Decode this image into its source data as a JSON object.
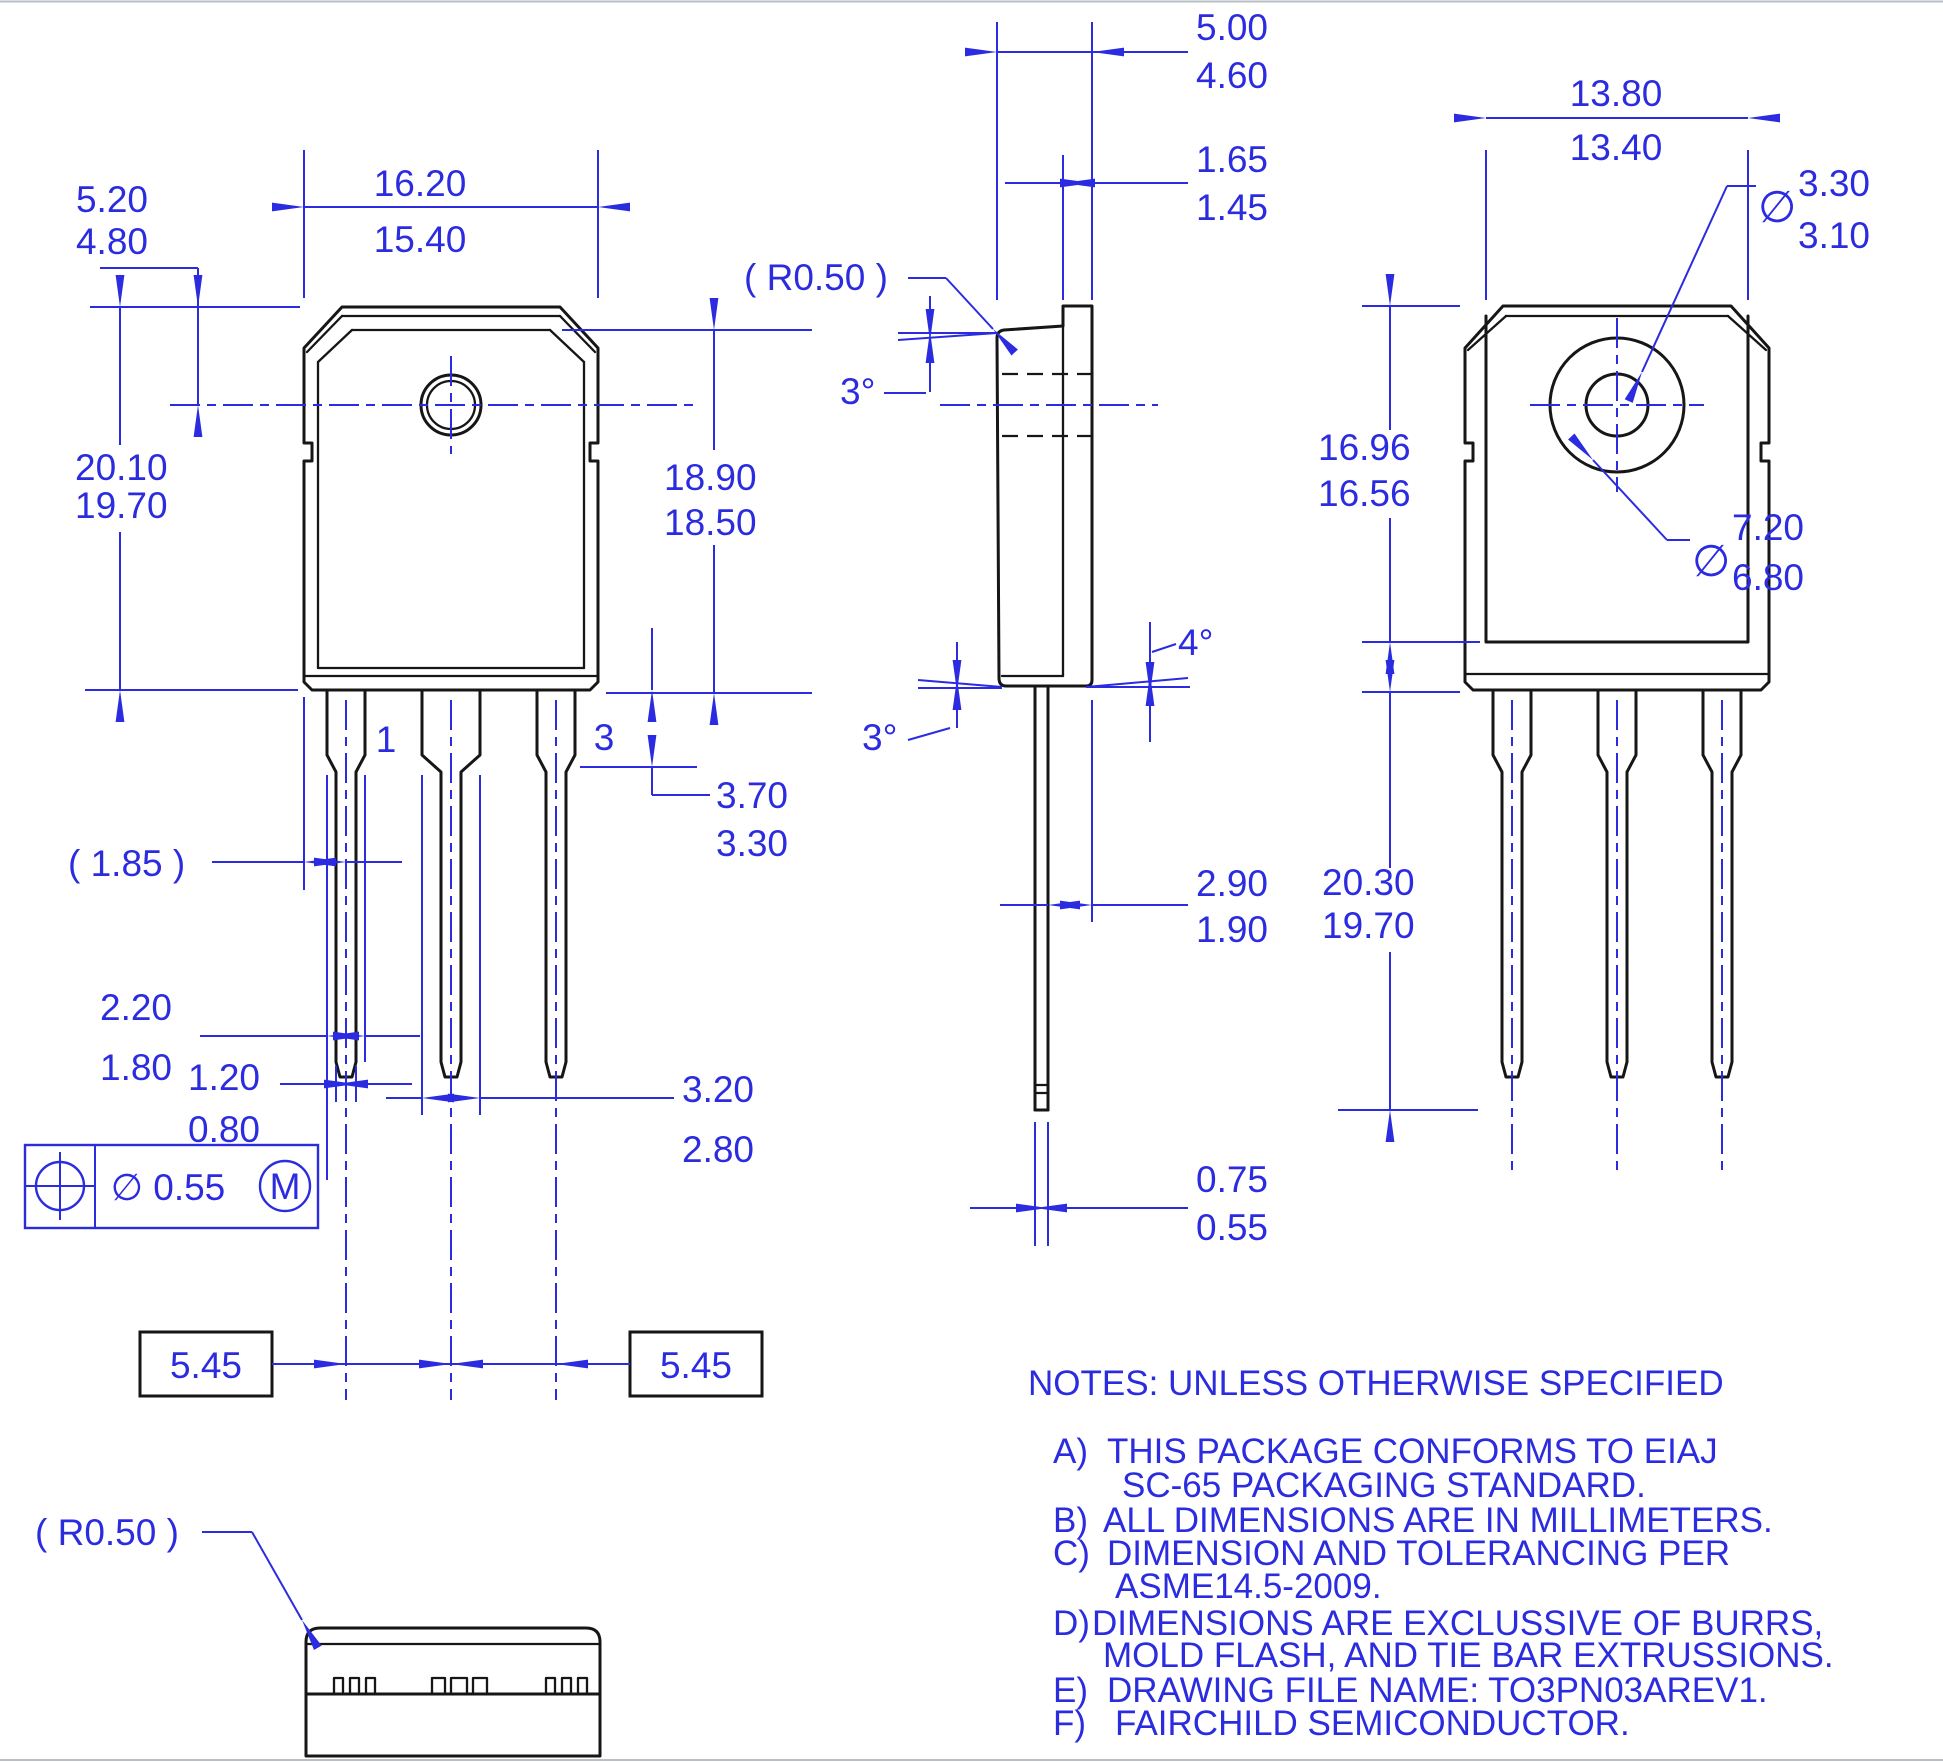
{
  "colors": {
    "dimension_blue": "#2b2be0",
    "outline_black": "#161616",
    "background": "#ffffff"
  },
  "front_view": {
    "width": {
      "max": "16.20",
      "min": "15.40"
    },
    "hole_offset": {
      "max": "5.20",
      "min": "4.80"
    },
    "overall_height": {
      "max": "20.10",
      "min": "19.70"
    },
    "body_height": {
      "max": "18.90",
      "min": "18.50"
    },
    "shoulder_length": {
      "max": "3.70",
      "min": "3.30"
    },
    "edge_to_lead_ref": "( 1.85 )",
    "lead_width": {
      "max": "2.20",
      "min": "1.80"
    },
    "center_lead_width": {
      "max": "3.20",
      "min": "2.80"
    },
    "lead_tip_width": {
      "max": "1.20",
      "min": "0.80"
    },
    "pin1": "1",
    "pin3": "3",
    "lead_pitch_left": "5.45",
    "lead_pitch_right": "5.45",
    "true_position": {
      "tolerance": "∅ 0.55",
      "modifier": "M"
    }
  },
  "side_view": {
    "body_thickness": {
      "max": "5.00",
      "min": "4.60"
    },
    "tab_thickness": {
      "max": "1.65",
      "min": "1.45"
    },
    "corner_radius_ref": "( R0.50 )",
    "top_draft_angle": "3°",
    "bottom_front_draft_angle": "3°",
    "bottom_back_draft_angle": "4°",
    "lead_setback": {
      "max": "2.90",
      "min": "1.90"
    },
    "lead_thickness": {
      "max": "0.75",
      "min": "0.55"
    }
  },
  "back_view": {
    "tab_width": {
      "max": "13.80",
      "min": "13.40"
    },
    "hole_dia": {
      "symbol": "∅",
      "max": "3.30",
      "min": "3.10"
    },
    "boss_dia": {
      "symbol": "∅",
      "max": "7.20",
      "min": "6.80"
    },
    "tab_height": {
      "max": "16.96",
      "min": "16.56"
    },
    "lead_length": {
      "max": "20.30",
      "min": "19.70"
    }
  },
  "bottom_view": {
    "corner_radius_ref": "( R0.50 )"
  },
  "notes": {
    "title": "NOTES: UNLESS OTHERWISE SPECIFIED",
    "items": [
      {
        "label": "A)",
        "line1": "THIS PACKAGE CONFORMS TO EIAJ",
        "line2": "SC-65 PACKAGING STANDARD."
      },
      {
        "label": "B)",
        "line1": "ALL DIMENSIONS ARE IN MILLIMETERS.",
        "line2": ""
      },
      {
        "label": "C)",
        "line1": "DIMENSION AND TOLERANCING PER",
        "line2": "ASME14.5-2009."
      },
      {
        "label": "D)",
        "line1": "DIMENSIONS ARE EXCLUSSIVE OF BURRS,",
        "line2": "MOLD FLASH, AND TIE BAR EXTRUSSIONS."
      },
      {
        "label": "E)",
        "line1": "DRAWING FILE NAME: TO3PN03AREV1.",
        "line2": ""
      },
      {
        "label": "F)",
        "line1": "FAIRCHILD SEMICONDUCTOR.",
        "line2": ""
      }
    ]
  }
}
